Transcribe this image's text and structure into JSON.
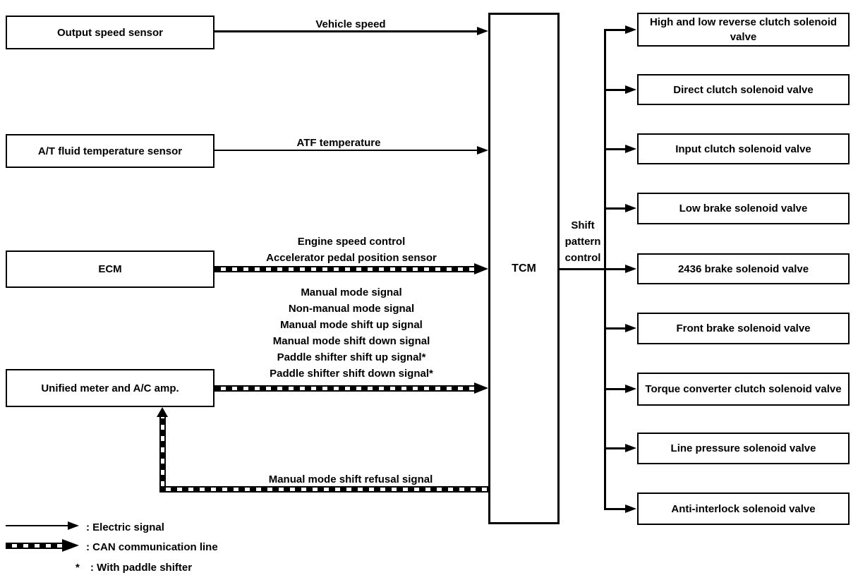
{
  "diagram": {
    "left_boxes": [
      {
        "label": "Output speed sensor"
      },
      {
        "label": "A/T fluid temperature sensor"
      },
      {
        "label": "ECM"
      },
      {
        "label": "Unified meter and A/C amp."
      }
    ],
    "tcm": {
      "label": "TCM"
    },
    "shift_pattern_label": "Shift\npattern\ncontrol",
    "signal_labels": {
      "vehicle_speed": "Vehicle speed",
      "atf_temperature": "ATF temperature",
      "ecm_can": [
        "Engine speed control",
        "Accelerator pedal position sensor"
      ],
      "meter_can": [
        "Manual mode signal",
        "Non-manual mode signal",
        "Manual mode shift up signal",
        "Manual mode shift down signal",
        "Paddle shifter shift up signal*",
        "Paddle shifter shift down signal*"
      ],
      "refusal": "Manual mode shift refusal signal"
    },
    "right_boxes": [
      {
        "label": "High and low reverse clutch solenoid valve"
      },
      {
        "label": "Direct clutch solenoid valve"
      },
      {
        "label": "Input clutch solenoid valve"
      },
      {
        "label": "Low brake solenoid valve"
      },
      {
        "label": "2436 brake solenoid valve"
      },
      {
        "label": "Front brake solenoid valve"
      },
      {
        "label": "Torque converter clutch solenoid valve"
      },
      {
        "label": "Line pressure solenoid valve"
      },
      {
        "label": "Anti-interlock solenoid valve"
      }
    ],
    "legend": {
      "electric": ": Electric signal",
      "can": ": CAN communication line",
      "asterisk_symbol": "*",
      "asterisk": ": With paddle shifter"
    },
    "colors": {
      "line": "#000000",
      "background": "#ffffff"
    }
  }
}
